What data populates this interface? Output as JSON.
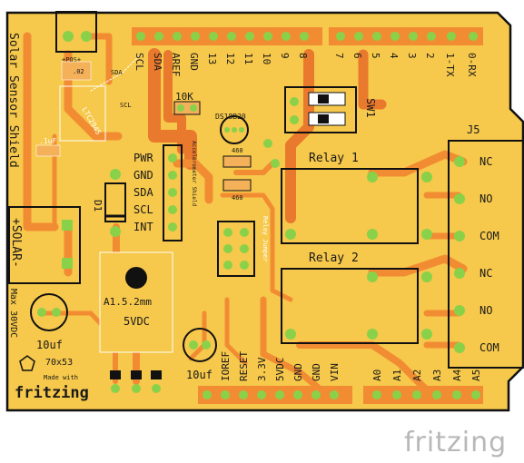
{
  "board": {
    "title": "Solar Sensor Shield",
    "size": "70x53",
    "made_with": "Made with",
    "fritzing_logo": "fritzing",
    "colors": {
      "board": "#f6c84b",
      "trace": "#f28c33",
      "trace_dark": "#e9792c",
      "copper": "#f4b15a",
      "pad": "#8ad14a",
      "hole": "#ffffff",
      "silk": "#ffffff",
      "outline": "#111111"
    }
  },
  "top_header": {
    "labels": [
      "SCL",
      "SDA",
      "AREF",
      "GND",
      "13",
      "12",
      "11",
      "10",
      "9",
      "8",
      "7",
      "6",
      "5",
      "4",
      "3",
      "2",
      "1-TX",
      "0-RX"
    ]
  },
  "bottom_header": {
    "power_labels": [
      "IOREF",
      "RESET",
      "3.3V",
      "5VDC",
      "GND",
      "GND",
      "VIN"
    ],
    "analog_labels": [
      "A0",
      "A1",
      "A2",
      "A3",
      "A4",
      "A5"
    ]
  },
  "parts": {
    "pos": "+POS+",
    "ic_value": ".02",
    "ic_name": "LTC2945",
    "sda": "SDA",
    "scl": "SCL",
    "cap1": ".1uF",
    "res10k": "10K",
    "ds": "DS18B20",
    "r460a": "460",
    "r460b": "460",
    "sw": "SW1",
    "d1": "D1",
    "solar_plus": "+SOLAR-",
    "max_v": "Max 30VDC",
    "cap10a": "10uf",
    "cap10b": "10uf",
    "reg": "A1.5.2mm",
    "reg_out": "5VDC",
    "accel": "Accelerometer Shield",
    "relay_jumper": "Relay Jumper",
    "relay1": "Relay 1",
    "relay2": "Relay 2",
    "j5": "J5",
    "j5_pins": [
      "NC",
      "NO",
      "COM",
      "NC",
      "NO",
      "COM"
    ],
    "accel_pins": [
      "PWR",
      "GND",
      "SDA",
      "SCL",
      "INT"
    ]
  },
  "watermark": "fritzing"
}
